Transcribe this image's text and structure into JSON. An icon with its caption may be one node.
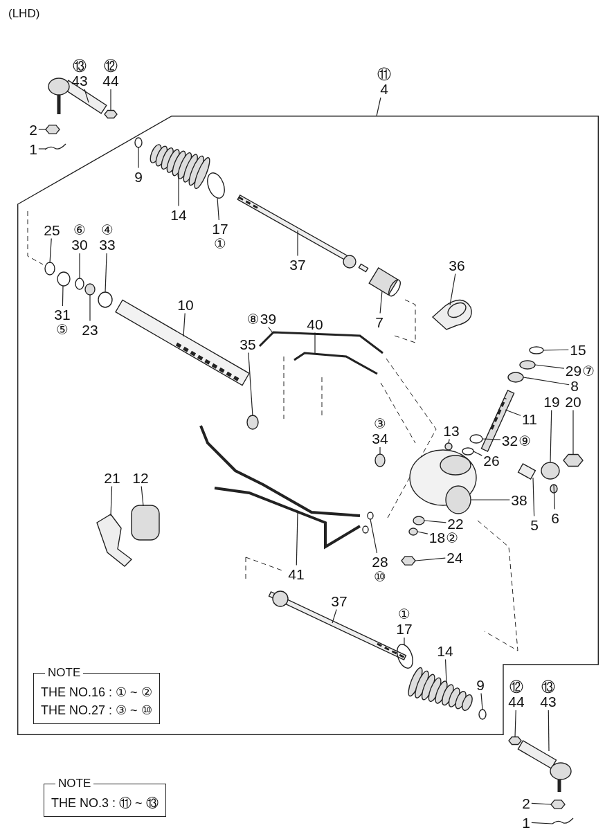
{
  "diagram": {
    "nodes": [
      {
        "text": [],
        "shape": "box"
      },
      {
        "text": [
          "43"
        ],
        "beside": [
          "⑬"
        ]
      },
      {
        "text": [
          "44"
        ],
        "beside": [
          "⑫"
        ]
      },
      {
        "text": [
          "2"
        ]
      },
      {
        "text": [
          "1"
        ]
      },
      {
        "text": [
          "4"
        ],
        "beside": [
          "⑪"
        ]
      },
      {
        "text": [
          "9"
        ],
        "in": 0
      },
      {
        "text": [
          "14"
        ],
        "in": 0
      },
      {
        "text": [
          "17"
        ],
        "beside": [
          "①"
        ],
        "in": 0
      },
      {
        "text": [
          "25"
        ],
        "in": 0
      },
      {
        "text": [
          "30"
        ],
        "beside": [
          "⑥"
        ],
        "in": 0
      },
      {
        "text": [
          "33"
        ],
        "beside": [
          "④"
        ],
        "in": 0
      },
      {
        "text": [
          "37"
        ],
        "in": 0
      },
      {
        "text": [
          "36"
        ],
        "in": 0
      },
      {
        "text": [
          "31"
        ],
        "beside": [
          "⑤"
        ],
        "in": 0
      },
      {
        "text": [
          "23"
        ],
        "in": 0
      },
      {
        "text": [
          "10"
        ],
        "in": 0
      },
      {
        "text": [
          "7"
        ],
        "in": 0
      },
      {
        "text": [
          "39"
        ],
        "beside": [
          "⑧"
        ],
        "in": 0
      },
      {
        "text": [
          "40"
        ],
        "in": 0
      },
      {
        "text": [
          "35"
        ],
        "in": 0
      },
      {
        "text": [
          "15"
        ],
        "in": 0
      },
      {
        "text": [
          "29"
        ],
        "beside": [
          "⑦"
        ],
        "in": 0
      },
      {
        "text": [
          "8"
        ],
        "in": 0
      },
      {
        "text": [
          "34"
        ],
        "beside": [
          "③"
        ],
        "in": 0
      },
      {
        "text": [
          "13"
        ],
        "in": 0
      },
      {
        "text": [
          "11"
        ],
        "in": 0
      },
      {
        "text": [
          "19"
        ],
        "in": 0
      },
      {
        "text": [
          "20"
        ],
        "in": 0
      },
      {
        "text": [
          "32"
        ],
        "beside": [
          "⑨"
        ],
        "in": 0
      },
      {
        "text": [
          "26"
        ],
        "in": 0
      },
      {
        "text": [
          "38"
        ],
        "in": 0
      },
      {
        "text": [
          "5"
        ],
        "in": 0
      },
      {
        "text": [
          "6"
        ],
        "in": 0
      },
      {
        "text": [
          "21"
        ],
        "in": 0
      },
      {
        "text": [
          "12"
        ],
        "in": 0
      },
      {
        "text": [
          "22"
        ],
        "in": 0
      },
      {
        "text": [
          "18"
        ],
        "beside": [
          "②"
        ],
        "in": 0
      },
      {
        "text": [
          "24"
        ],
        "in": 0
      },
      {
        "text": [
          "41"
        ],
        "in": 0
      },
      {
        "text": [
          "28"
        ],
        "beside": [
          "⑩"
        ],
        "in": 0
      },
      {
        "text": [
          "37"
        ],
        "in": 0
      },
      {
        "text": [
          "17"
        ],
        "beside": [
          "①"
        ],
        "in": 0
      },
      {
        "text": [
          "14"
        ],
        "in": 0
      },
      {
        "text": [
          "9"
        ],
        "in": 0
      },
      {
        "text": [
          "NOTE",
          "THE NO.16 : ① ~ ②",
          "THE NO.27 : ③ ~ ⑩"
        ],
        "in": 0
      },
      {
        "text": [
          "44"
        ],
        "beside": [
          "⑫"
        ]
      },
      {
        "text": [
          "43"
        ],
        "beside": [
          "⑬"
        ]
      },
      {
        "text": [
          "2"
        ]
      },
      {
        "text": [
          "1"
        ]
      },
      {
        "text": [
          "NOTE",
          "THE NO.3 : ⑪ ~ ⑬"
        ]
      },
      {
        "text": [],
        "shape": "picture"
      },
      {
        "text": [],
        "shape": "hexagon"
      },
      {
        "text": [],
        "shape": "hexagon"
      },
      {
        "text": [],
        "shape": "picture"
      },
      {
        "text": [],
        "shape": "circle",
        "in": 0
      },
      {
        "text": [],
        "shape": "picture",
        "in": 0
      },
      {
        "text": [],
        "shape": "circle",
        "in": 0
      },
      {
        "text": [],
        "shape": "circle",
        "in": 0
      },
      {
        "text": [],
        "shape": "circle",
        "in": 0
      },
      {
        "text": [],
        "shape": "circle",
        "in": 0
      },
      {
        "text": [],
        "shape": "picture",
        "in": 0
      },
      {
        "text": [],
        "shape": "picture",
        "in": 0
      },
      {
        "text": [],
        "shape": "circle",
        "in": 0
      },
      {
        "text": [],
        "shape": "circle",
        "in": 0
      },
      {
        "text": [],
        "shape": "picture",
        "in": 0
      },
      {
        "text": [],
        "shape": "picture",
        "in": 0
      },
      {
        "text": [],
        "shape": "picture",
        "in": 0
      },
      {
        "text": [],
        "shape": "picture",
        "in": 0
      },
      {
        "text": [],
        "shape": "circle",
        "in": 0
      },
      {
        "text": [],
        "shape": "circle",
        "in": 0
      },
      {
        "text": [],
        "shape": "circle",
        "in": 0
      },
      {
        "text": [],
        "shape": "circle",
        "in": 0
      },
      {
        "text": [],
        "shape": "circle",
        "in": 0
      },
      {
        "text": [],
        "shape": "circle",
        "in": 0
      },
      {
        "text": [],
        "shape": "picture",
        "in": 0
      },
      {
        "text": [],
        "shape": "circle",
        "in": 0
      },
      {
        "text": [],
        "shape": "hexagon",
        "in": 0
      },
      {
        "text": [],
        "shape": "circle",
        "in": 0
      },
      {
        "text": [],
        "shape": "circle",
        "in": 0
      },
      {
        "text": [],
        "shape": "picture",
        "in": 0
      },
      {
        "text": [],
        "shape": "box",
        "in": 0
      },
      {
        "text": [],
        "shape": "circle",
        "in": 0
      },
      {
        "text": [],
        "shape": "picture",
        "in": 0
      },
      {
        "text": [],
        "shape": "box",
        "in": 0
      },
      {
        "text": [],
        "shape": "circle",
        "in": 0
      },
      {
        "text": [],
        "shape": "circle",
        "in": 0
      },
      {
        "text": [],
        "shape": "hexagon",
        "in": 0
      },
      {
        "text": [],
        "shape": "picture",
        "in": 0
      },
      {
        "text": [],
        "shape": "picture",
        "in": 0
      },
      {
        "text": [],
        "shape": "picture",
        "in": 0
      },
      {
        "text": [],
        "shape": "circle",
        "in": 0
      },
      {
        "text": [],
        "shape": "picture",
        "in": 0
      },
      {
        "text": [],
        "shape": "circle",
        "in": 0
      },
      {
        "text": [],
        "shape": "hexagon"
      },
      {
        "text": [],
        "shape": "picture"
      },
      {
        "text": [],
        "shape": "hexagon"
      },
      {
        "text": [],
        "shape": "picture"
      }
    ],
    "edges": [
      {
        "from": 1,
        "to": 51,
        "arrow": "none"
      },
      {
        "from": 2,
        "to": 52,
        "arrow": "none"
      },
      {
        "from": 3,
        "to": 53,
        "arrow": "none"
      },
      {
        "from": 4,
        "to": 54,
        "arrow": "none"
      },
      {
        "from": 5,
        "to": 0,
        "arrow": "none"
      },
      {
        "from": 6,
        "to": 55,
        "arrow": "none"
      },
      {
        "from": 7,
        "to": 56,
        "arrow": "none"
      },
      {
        "from": 8,
        "to": 57,
        "arrow": "none"
      },
      {
        "from": 9,
        "to": 58,
        "arrow": "none"
      },
      {
        "from": 10,
        "to": 59,
        "arrow": "none"
      },
      {
        "from": 11,
        "to": 60,
        "arrow": "none"
      },
      {
        "from": 12,
        "to": 61,
        "arrow": "none"
      },
      {
        "from": 13,
        "to": 62,
        "arrow": "none"
      },
      {
        "from": 14,
        "to": 63,
        "arrow": "none"
      },
      {
        "from": 15,
        "to": 64,
        "arrow": "none"
      },
      {
        "from": 16,
        "to": 65,
        "arrow": "none"
      },
      {
        "from": 17,
        "to": 66,
        "arrow": "none"
      },
      {
        "from": 18,
        "to": 67,
        "arrow": "none"
      },
      {
        "from": 19,
        "to": 68,
        "arrow": "none"
      },
      {
        "from": 20,
        "to": 69,
        "arrow": "none"
      },
      {
        "from": 21,
        "to": 70,
        "arrow": "none"
      },
      {
        "from": 22,
        "to": 71,
        "arrow": "none"
      },
      {
        "from": 23,
        "to": 72,
        "arrow": "none"
      },
      {
        "from": 24,
        "to": 73,
        "arrow": "none"
      },
      {
        "from": 25,
        "to": 74,
        "arrow": "none"
      },
      {
        "from": 26,
        "to": 75,
        "arrow": "none"
      },
      {
        "from": 27,
        "to": 76,
        "arrow": "none"
      },
      {
        "from": 28,
        "to": 77,
        "arrow": "none"
      },
      {
        "from": 29,
        "to": 78,
        "arrow": "none"
      },
      {
        "from": 30,
        "to": 79,
        "arrow": "none"
      },
      {
        "from": 31,
        "to": 80,
        "arrow": "none"
      },
      {
        "from": 32,
        "to": 81,
        "arrow": "none"
      },
      {
        "from": 33,
        "to": 82,
        "arrow": "none"
      },
      {
        "from": 34,
        "to": 83,
        "arrow": "none"
      },
      {
        "from": 35,
        "to": 84,
        "arrow": "none"
      },
      {
        "from": 36,
        "to": 85,
        "arrow": "none"
      },
      {
        "from": 37,
        "to": 86,
        "arrow": "none"
      },
      {
        "from": 38,
        "to": 87,
        "arrow": "none"
      },
      {
        "from": 39,
        "to": 88,
        "arrow": "none"
      },
      {
        "from": 40,
        "to": 89,
        "arrow": "none"
      },
      {
        "from": 41,
        "to": 90,
        "arrow": "none"
      },
      {
        "from": 42,
        "to": 91,
        "arrow": "none"
      },
      {
        "from": 43,
        "to": 92,
        "arrow": "none"
      },
      {
        "from": 44,
        "to": 93,
        "arrow": "none"
      },
      {
        "from": 46,
        "to": 94,
        "arrow": "none"
      },
      {
        "from": 47,
        "to": 95,
        "arrow": "none"
      },
      {
        "from": 48,
        "to": 96,
        "arrow": "none"
      },
      {
        "from": 49,
        "to": 97,
        "arrow": "none"
      }
    ],
    "labels": [
      "(LHD)"
    ]
  }
}
